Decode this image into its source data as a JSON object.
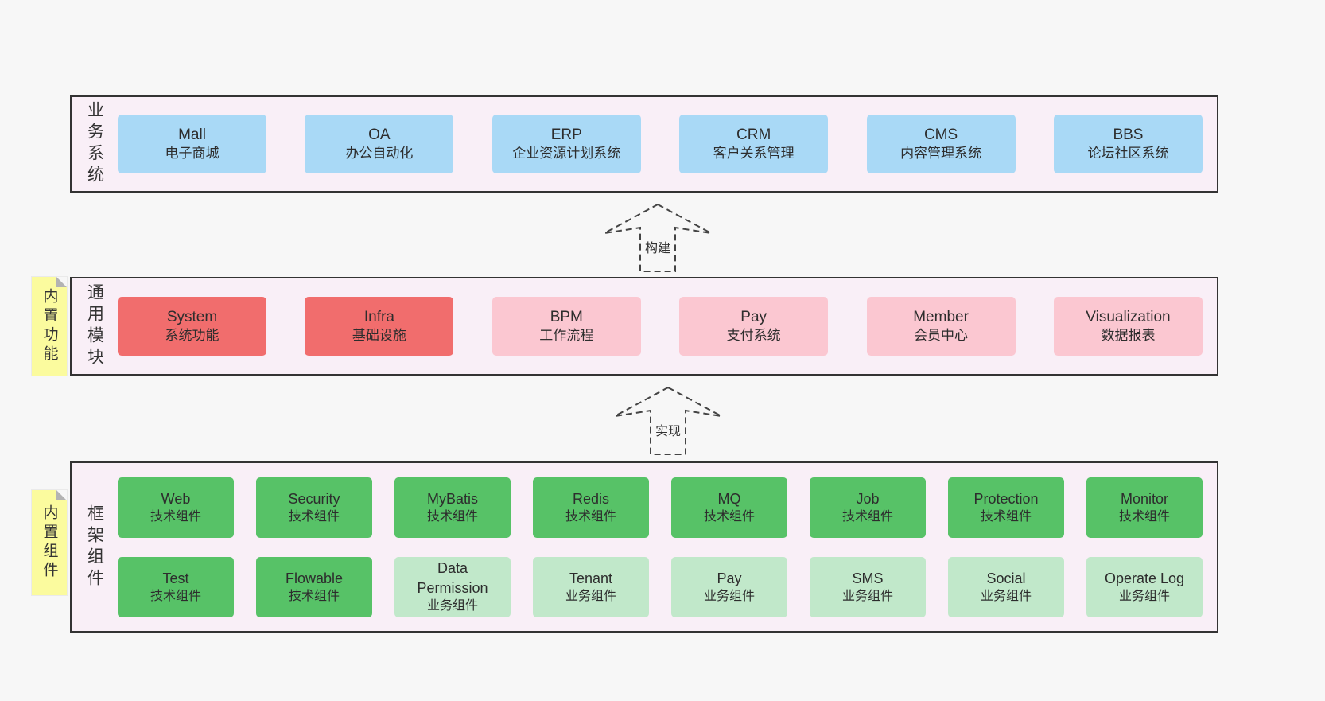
{
  "colors": {
    "background": "#f7f7f7",
    "band_background": "#f9eff7",
    "band_border": "#333333",
    "blue": "#a9d9f6",
    "red": "#f16d6d",
    "pink": "#fbc7d1",
    "green_dark": "#57c267",
    "green_light": "#c1e8ca",
    "note_yellow": "#fbfb9e"
  },
  "bands": {
    "business": {
      "side_label": "业务系统",
      "items": [
        {
          "en": "Mall",
          "zh": "电子商城"
        },
        {
          "en": "OA",
          "zh": "办公自动化"
        },
        {
          "en": "ERP",
          "zh": "企业资源计划系统"
        },
        {
          "en": "CRM",
          "zh": "客户关系管理"
        },
        {
          "en": "CMS",
          "zh": "内容管理系统"
        },
        {
          "en": "BBS",
          "zh": "论坛社区系统"
        }
      ]
    },
    "modules": {
      "side_label": "通用模块",
      "note": "内置功能",
      "items": [
        {
          "en": "System",
          "zh": "系统功能",
          "style": "red"
        },
        {
          "en": "Infra",
          "zh": "基础设施",
          "style": "red"
        },
        {
          "en": "BPM",
          "zh": "工作流程",
          "style": "pink"
        },
        {
          "en": "Pay",
          "zh": "支付系统",
          "style": "pink"
        },
        {
          "en": "Member",
          "zh": "会员中心",
          "style": "pink"
        },
        {
          "en": "Visualization",
          "zh": "数据报表",
          "style": "pink"
        }
      ]
    },
    "components": {
      "side_label": "框架组件",
      "note": "内置组件",
      "rows": [
        [
          {
            "en": "Web",
            "zh": "技术组件",
            "style": "green-dark"
          },
          {
            "en": "Security",
            "zh": "技术组件",
            "style": "green-dark"
          },
          {
            "en": "MyBatis",
            "zh": "技术组件",
            "style": "green-dark"
          },
          {
            "en": "Redis",
            "zh": "技术组件",
            "style": "green-dark"
          },
          {
            "en": "MQ",
            "zh": "技术组件",
            "style": "green-dark"
          },
          {
            "en": "Job",
            "zh": "技术组件",
            "style": "green-dark"
          },
          {
            "en": "Protection",
            "zh": "技术组件",
            "style": "green-dark"
          },
          {
            "en": "Monitor",
            "zh": "技术组件",
            "style": "green-dark"
          }
        ],
        [
          {
            "en": "Test",
            "zh": "技术组件",
            "style": "green-dark"
          },
          {
            "en": "Flowable",
            "zh": "技术组件",
            "style": "green-dark"
          },
          {
            "en": "Data Permission",
            "zh": "业务组件",
            "style": "green-light"
          },
          {
            "en": "Tenant",
            "zh": "业务组件",
            "style": "green-light"
          },
          {
            "en": "Pay",
            "zh": "业务组件",
            "style": "green-light"
          },
          {
            "en": "SMS",
            "zh": "业务组件",
            "style": "green-light"
          },
          {
            "en": "Social",
            "zh": "业务组件",
            "style": "green-light"
          },
          {
            "en": "Operate Log",
            "zh": "业务组件",
            "style": "green-light"
          }
        ]
      ]
    }
  },
  "arrows": [
    {
      "label": "构建"
    },
    {
      "label": "实现"
    }
  ]
}
